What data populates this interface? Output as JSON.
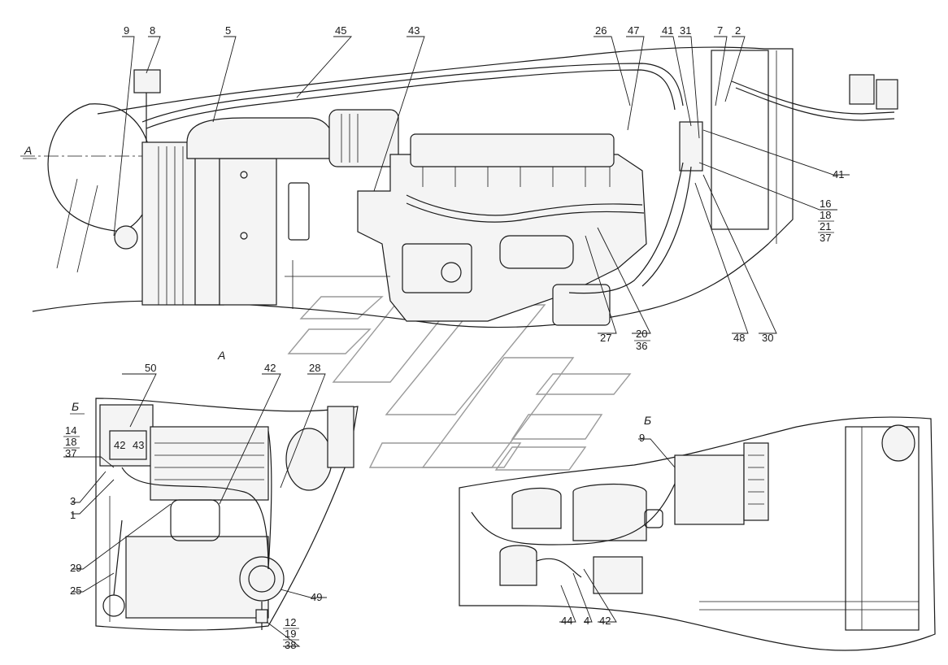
{
  "views": {
    "main_label": "А",
    "a_title": "А",
    "detail_b_label_left": "Б",
    "detail_b_label_right": "Б"
  },
  "callouts": {
    "c9": "9",
    "c8": "8",
    "c5": "5",
    "c45": "45",
    "c43": "43",
    "c26": "26",
    "c47": "47",
    "c41a": "41",
    "c31": "31",
    "c7": "7",
    "c2": "2",
    "c41b": "41",
    "c16": "16",
    "c18a": "18",
    "c21": "21",
    "c37a": "37",
    "c27": "27",
    "c20": "20",
    "c36": "36",
    "c48": "48",
    "c30": "30",
    "c50": "50",
    "c42a": "42",
    "c28": "28",
    "c14": "14",
    "c18b": "18",
    "c37b": "37",
    "c3": "3",
    "c1": "1",
    "c29": "29",
    "c25": "25",
    "c49": "49",
    "c12": "12",
    "c19": "19",
    "c38": "38",
    "c9b": "9",
    "c44": "44",
    "c4": "4",
    "c42b": "42"
  },
  "relay_text": {
    "t1": "42",
    "t2": "43"
  }
}
